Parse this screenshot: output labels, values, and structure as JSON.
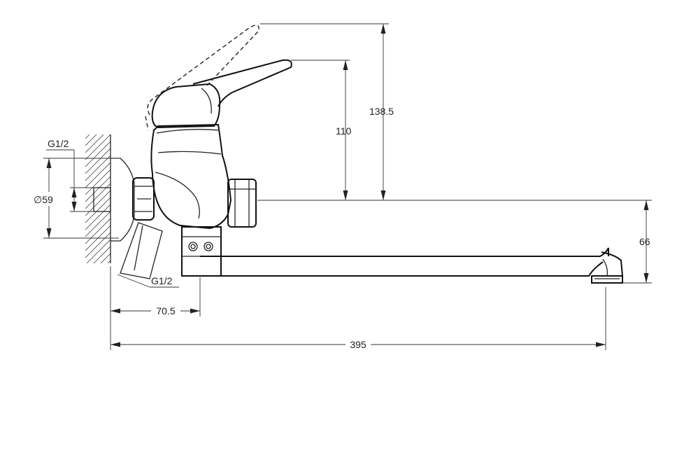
{
  "dimensions": {
    "height_lever_raised": "138.5",
    "height_lever": "110",
    "spout_height": "66",
    "wall_flange_diameter": "59",
    "inlet_thread": "G1/2",
    "outlet_thread": "G1/2",
    "wall_to_outlet": "70.5",
    "total_length": "395"
  },
  "diameter_symbol": "∅"
}
